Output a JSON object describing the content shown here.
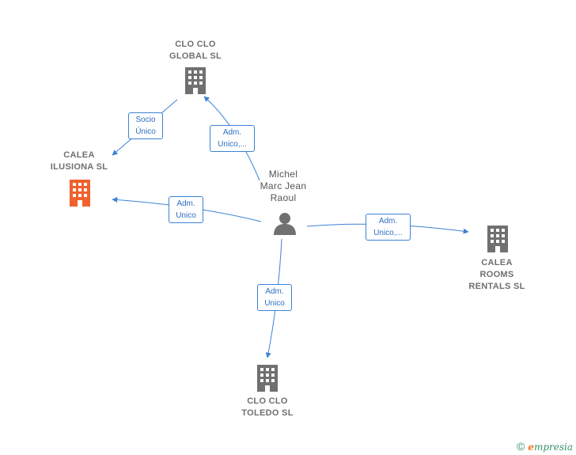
{
  "colors": {
    "edge": "#3b82d6",
    "building": "#707070",
    "building_main": "#f0612d",
    "person": "#707070"
  },
  "nodes": {
    "global": {
      "label": "CLO CLO\nGLOBAL SL",
      "icon": "building-icon"
    },
    "ilusiona": {
      "label": "CALEA\nILUSIONA  SL",
      "icon": "building-icon"
    },
    "michel": {
      "label": "Michel\nMarc Jean\nRaoul",
      "icon": "person-icon"
    },
    "rooms": {
      "label": "CALEA\nROOMS\nRENTALS  SL",
      "icon": "building-icon"
    },
    "toledo": {
      "label": "CLO CLO\nTOLEDO  SL",
      "icon": "building-icon"
    }
  },
  "edges": {
    "global_ilusiona": "Socio\nÚnico",
    "michel_global": "Adm.\nUnico,...",
    "michel_ilusiona": "Adm.\nUnico",
    "michel_rooms": "Adm.\nUnico,...",
    "michel_toledo": "Adm.\nUnico"
  },
  "brand": {
    "copyright": "©",
    "first_letter": "e",
    "rest": "mpresia"
  }
}
